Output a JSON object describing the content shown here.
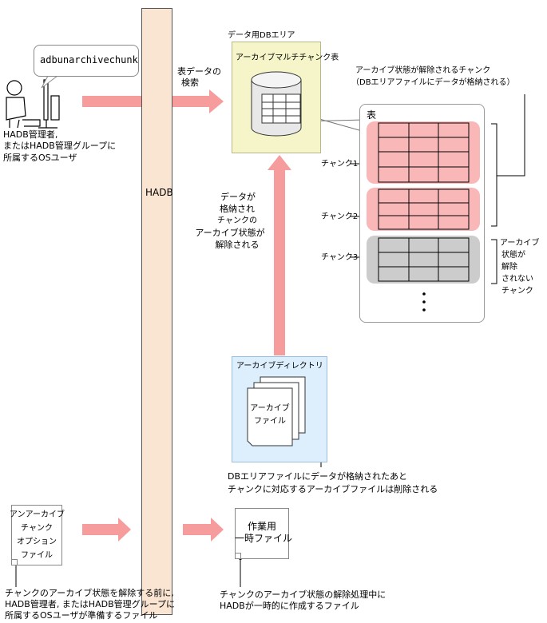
{
  "colors": {
    "arrow": "#f79c9c",
    "bar_fill": "#fae5d3",
    "chunk_released": "#f9b7b7",
    "chunk_archived": "#cccccc",
    "db_area": "#f5f5c9",
    "archive_dir": "#ddeefc"
  },
  "command": "adbunarchivechunk",
  "user_label": [
    "HADB管理者,",
    "またはHADB管理グループに",
    "所属するOSユーザ"
  ],
  "hadb_label": "HADB",
  "retrieve_label": [
    "表データの",
    "検索"
  ],
  "db_area": {
    "title": "データ用DBエリア",
    "table_title": "アーカイブマルチチャンク表"
  },
  "released_chunk_label": [
    "アーカイブ状態が解除されるチャンク",
    "（DBエリアファイルにデータが格納される）"
  ],
  "table_label": "表",
  "chunks": [
    "チャンク1",
    "チャンク2",
    "チャンク3"
  ],
  "not_released_label": [
    "アーカイブ",
    "状態が",
    "解除",
    "されない",
    "チャンク"
  ],
  "store_label": [
    "データが",
    "格納され",
    "チャンクの",
    "アーカイブ状態が",
    "解除される"
  ],
  "archive_dir": {
    "title": "アーカイブディレクトリ",
    "file_label": [
      "アーカイブ",
      "ファイル"
    ]
  },
  "delete_note": [
    "DBエリアファイルにデータが格納されたあと",
    "チャンクに対応するアーカイブファイルは削除される"
  ],
  "option_file": [
    "アンアーカイブ",
    "チャンク",
    "オプション",
    "ファイル"
  ],
  "option_note": [
    "チャンクのアーカイブ状態を解除する前に,",
    "HADB管理者, またはHADB管理グループに",
    "所属するOSユーザが準備するファイル"
  ],
  "work_file": [
    "作業用",
    "一時ファイル"
  ],
  "work_note": [
    "チャンクのアーカイブ状態の解除処理中に",
    "HADBが一時的に作成するファイル"
  ]
}
